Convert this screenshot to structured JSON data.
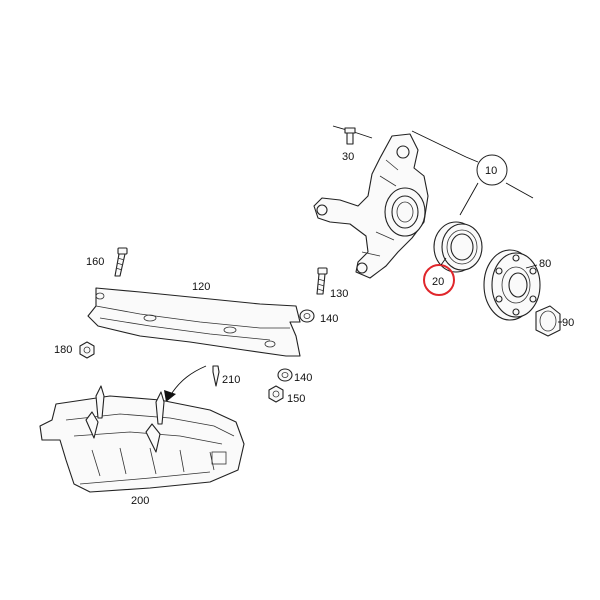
{
  "callouts": {
    "c10": "10",
    "c20": "20",
    "c30": "30",
    "c80": "80",
    "c90": "90",
    "c120": "120",
    "c130": "130",
    "c140a": "140",
    "c140b": "140",
    "c150": "150",
    "c160": "160",
    "c180": "180",
    "c200": "200",
    "c210": "210"
  },
  "highlight": {
    "part": "20",
    "color": "#e0262b"
  }
}
